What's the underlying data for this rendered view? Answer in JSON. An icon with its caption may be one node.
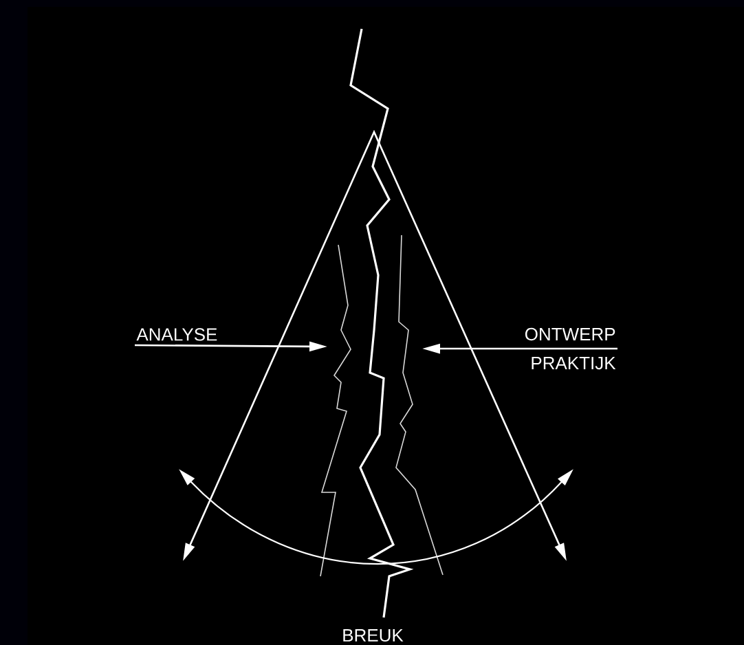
{
  "diagram": {
    "nodes": [
      {
        "text": [
          "ANALYSE"
        ]
      },
      {
        "text": [
          "ONTWERP",
          "PRAKTIJK"
        ]
      }
    ],
    "edges": [
      {
        "from": 0,
        "to": null,
        "arrow": "to"
      },
      {
        "from": 1,
        "to": null,
        "arrow": "to"
      }
    ],
    "labels": [
      "BREUK"
    ]
  }
}
